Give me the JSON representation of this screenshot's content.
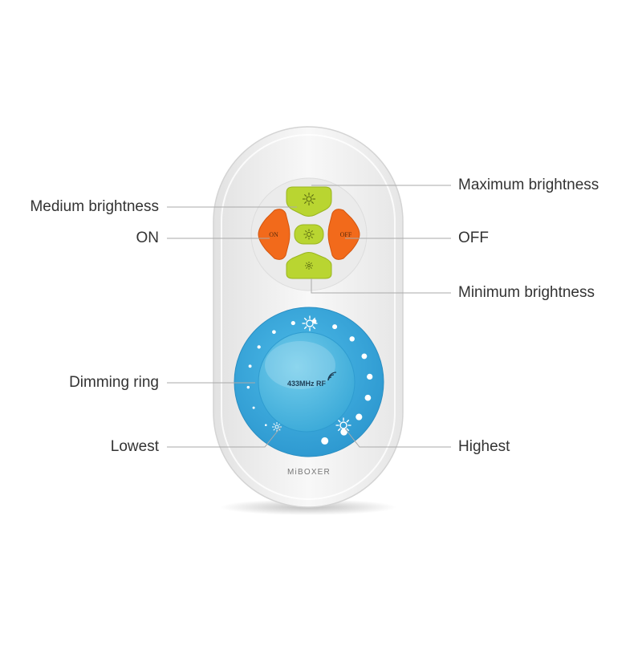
{
  "callouts": {
    "medium_brightness": "Medium brightness",
    "on": "ON",
    "dimming_ring": "Dimming ring",
    "lowest": "Lowest",
    "maximum_brightness": "Maximum brightness",
    "off": "OFF",
    "minimum_brightness": "Minimum brightness",
    "highest": "Highest"
  },
  "remote": {
    "on_button_label": "ON",
    "off_button_label": "OFF",
    "rf_label": "433MHz RF",
    "brand": "MiBOXER"
  },
  "colors": {
    "button_green": "#b9d531",
    "button_orange": "#f26a1b",
    "ring_blue": "#3aaee0",
    "body_white": "#f4f4f4",
    "leader_line": "#aaaaaa"
  },
  "icons": {
    "brightness_up": "sun-large-icon",
    "brightness_mid": "sun-medium-icon",
    "brightness_down": "sun-small-icon",
    "signal": "wireless-signal-icon"
  }
}
